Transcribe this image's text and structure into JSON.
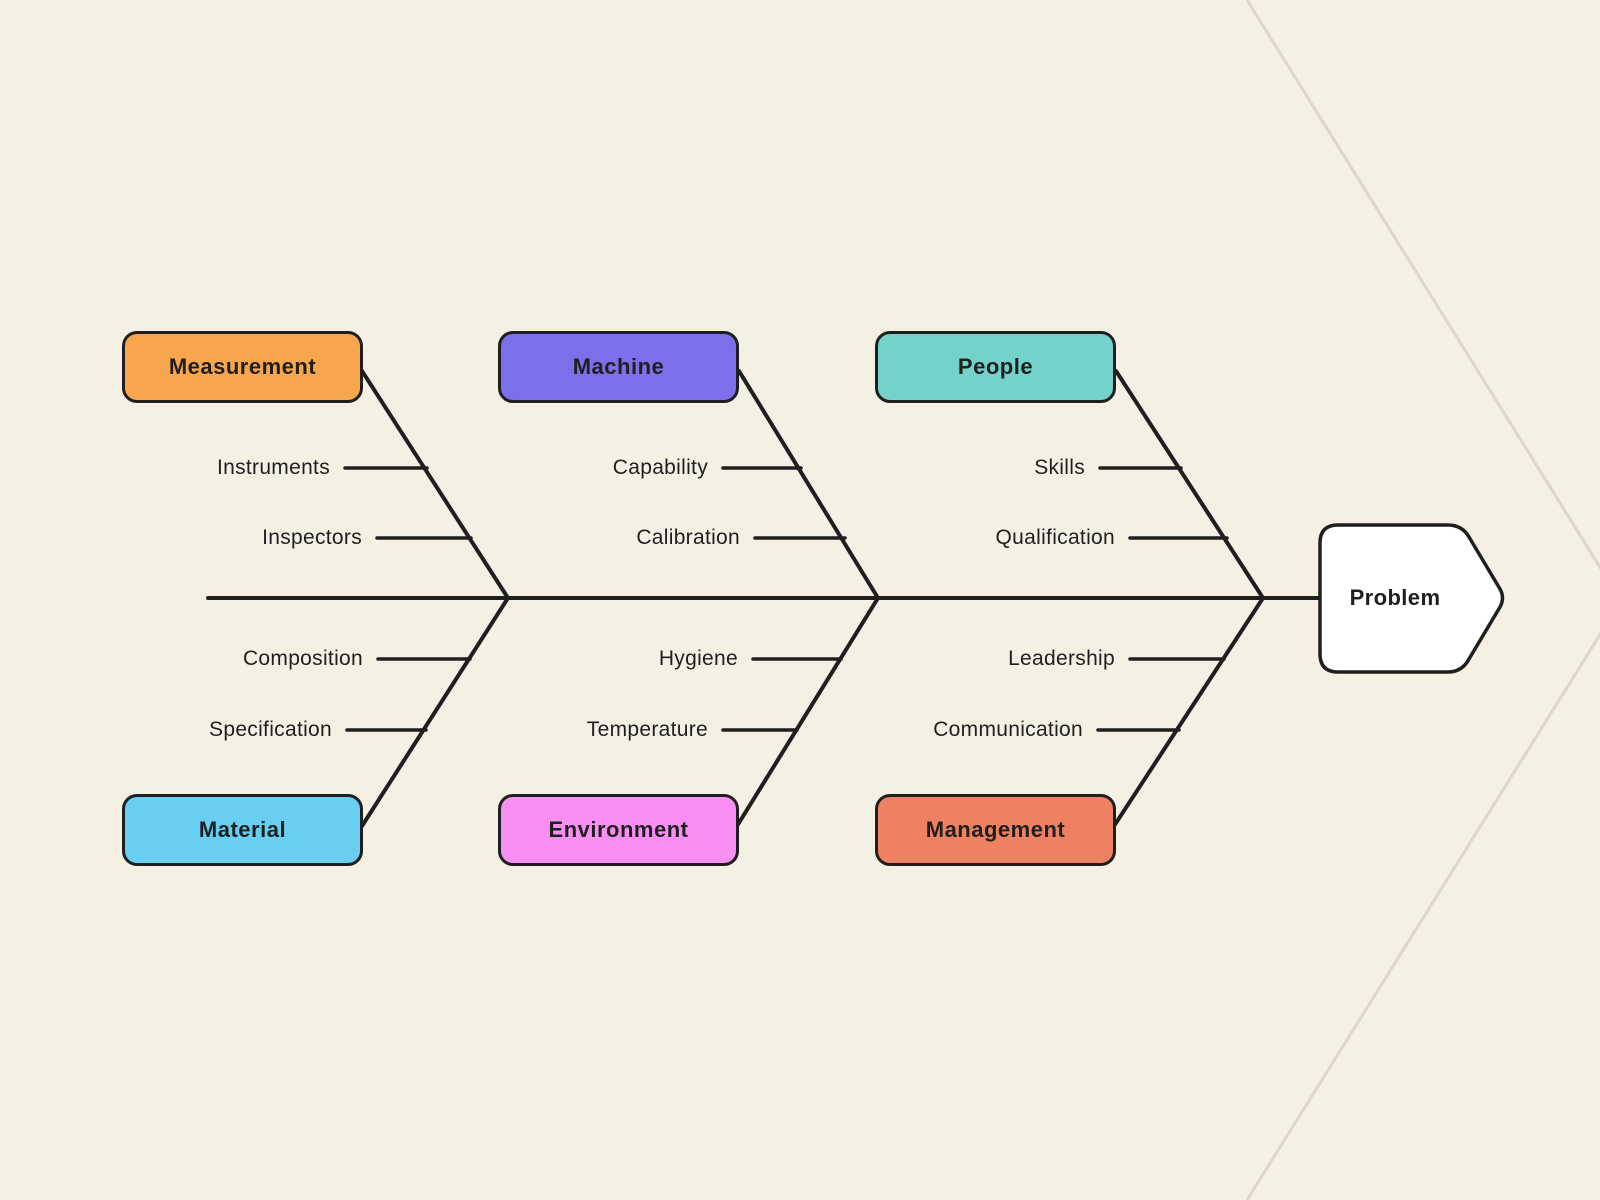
{
  "fishbone": {
    "problem_label": "Problem",
    "categories": [
      {
        "name": "Measurement",
        "position": "top",
        "color": "#f7a64e",
        "causes": [
          "Instruments",
          "Inspectors"
        ]
      },
      {
        "name": "Machine",
        "position": "top",
        "color": "#7b70e9",
        "causes": [
          "Capability",
          "Calibration"
        ]
      },
      {
        "name": "People",
        "position": "top",
        "color": "#74d2ca",
        "causes": [
          "Skills",
          "Qualification"
        ]
      },
      {
        "name": "Material",
        "position": "bottom",
        "color": "#68cef2",
        "causes": [
          "Composition",
          "Specification"
        ]
      },
      {
        "name": "Environment",
        "position": "bottom",
        "color": "#fa8ff3",
        "causes": [
          "Hygiene",
          "Temperature"
        ]
      },
      {
        "name": "Management",
        "position": "bottom",
        "color": "#ef8163",
        "causes": [
          "Leadership",
          "Communication"
        ]
      }
    ],
    "colors": {
      "background": "#f5f0e4",
      "line": "#1f1f1f",
      "text": "#1f1f1f",
      "decoration": "#dcd7c8",
      "problem_fill": "#ffffff"
    }
  }
}
